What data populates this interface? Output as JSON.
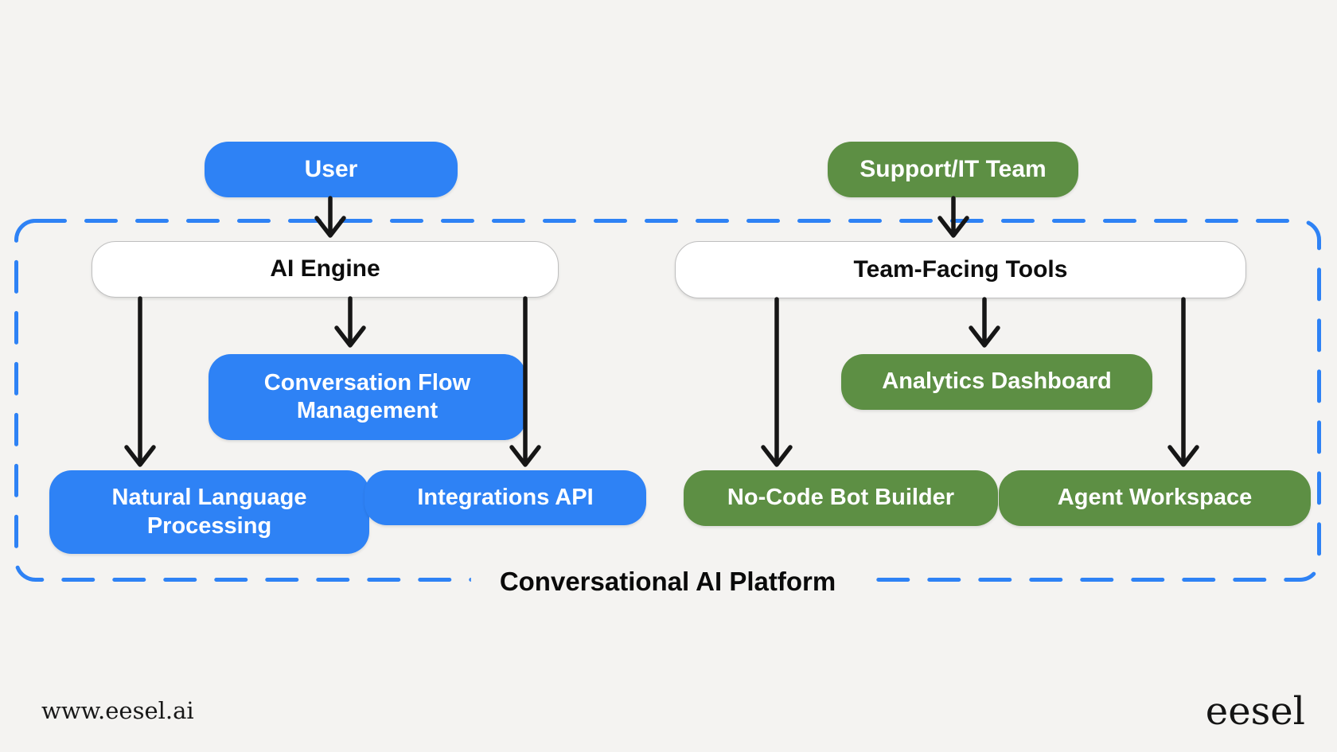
{
  "colors": {
    "background": "#f4f3f1",
    "blue": "#2e82f5",
    "green": "#5d8f44",
    "white_box": "#ffffff",
    "arrow": "#161616"
  },
  "actors": {
    "user": "User",
    "support_team": "Support/IT Team"
  },
  "platform": {
    "label": "Conversational AI Platform",
    "groups": [
      {
        "parent": "AI Engine",
        "children": [
          "Conversation Flow Management",
          "Natural Language Processing",
          "Integrations API"
        ]
      },
      {
        "parent": "Team-Facing Tools",
        "children": [
          "Analytics Dashboard",
          "No-Code Bot Builder",
          "Agent Workspace"
        ]
      }
    ]
  },
  "footer": {
    "website": "www.eesel.ai",
    "logo": "eesel"
  }
}
